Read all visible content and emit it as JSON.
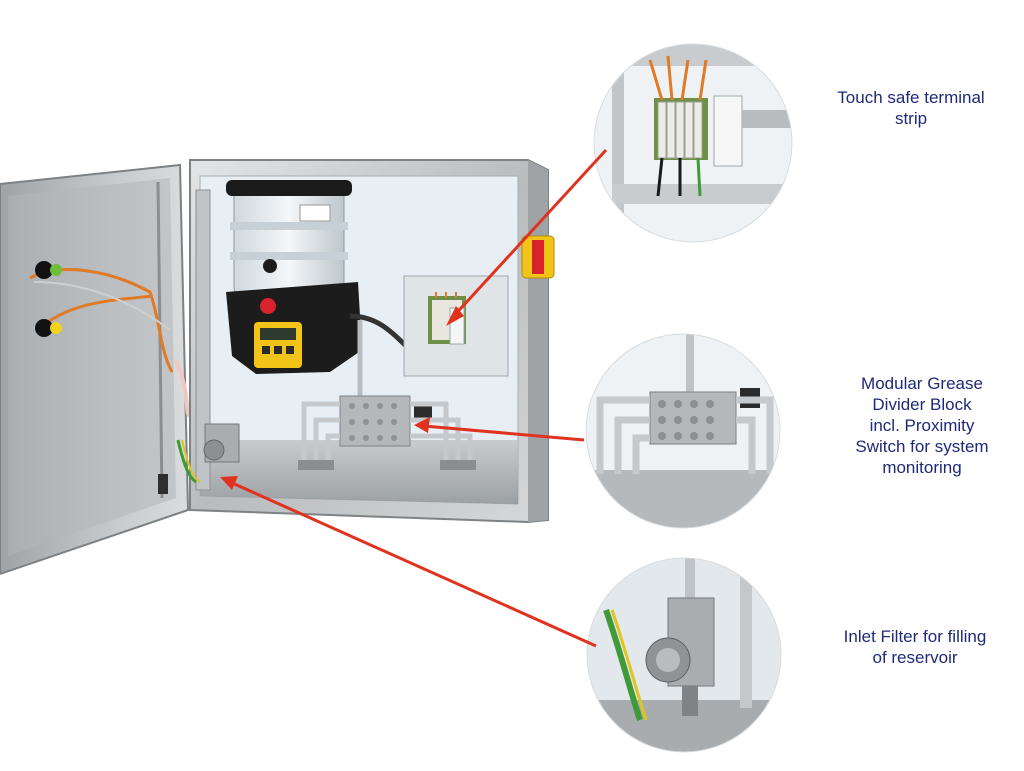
{
  "callouts": {
    "terminal": {
      "lines": [
        "Touch safe terminal",
        "strip"
      ]
    },
    "divider": {
      "lines": [
        "Modular Grease",
        "Divider Block",
        "incl. Proximity",
        "Switch for system",
        "monitoring"
      ]
    },
    "filter": {
      "lines": [
        "Inlet Filter for filling",
        "of reservoir"
      ]
    }
  },
  "colors": {
    "text": "#1f2a78",
    "arrow": "#e0331f",
    "steel": "#c9ccce",
    "back_panel": "#e7eef4",
    "grease_body": "#1c1c1c",
    "switch_yellow": "#f2c417",
    "switch_red": "#d8232a"
  }
}
